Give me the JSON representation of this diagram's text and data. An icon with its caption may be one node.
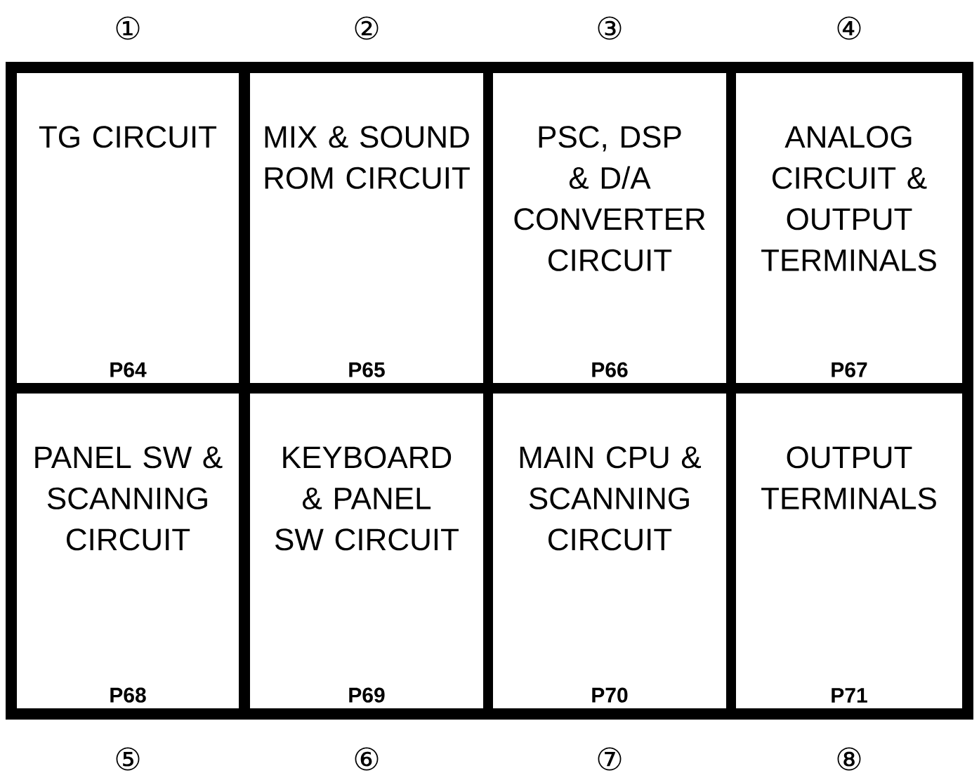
{
  "diagram": {
    "nodes": [
      {
        "text": [
          "TG CIRCUIT",
          "P64"
        ]
      },
      {
        "text": [
          "MIX & SOUND ROM CIRCUIT",
          "P65"
        ]
      },
      {
        "text": [
          "PSC, DSP & D/A CONVERTER CIRCUIT",
          "P66"
        ]
      },
      {
        "text": [
          "ANALOG CIRCUIT & OUTPUT TERMINALS",
          "P67"
        ]
      },
      {
        "text": [
          "PANEL SW & SCANNING CIRCUIT",
          "P68"
        ]
      },
      {
        "text": [
          "KEYBOARD & PANEL SW CIRCUIT",
          "P69"
        ]
      },
      {
        "text": [
          "MAIN CPU & SCANNING CIRCUIT",
          "P70"
        ]
      },
      {
        "text": [
          "OUTPUT TERMINALS",
          "P71"
        ]
      }
    ],
    "labels": [
      "①",
      "②",
      "③",
      "④",
      "⑤",
      "⑥",
      "⑦",
      "⑧"
    ]
  }
}
